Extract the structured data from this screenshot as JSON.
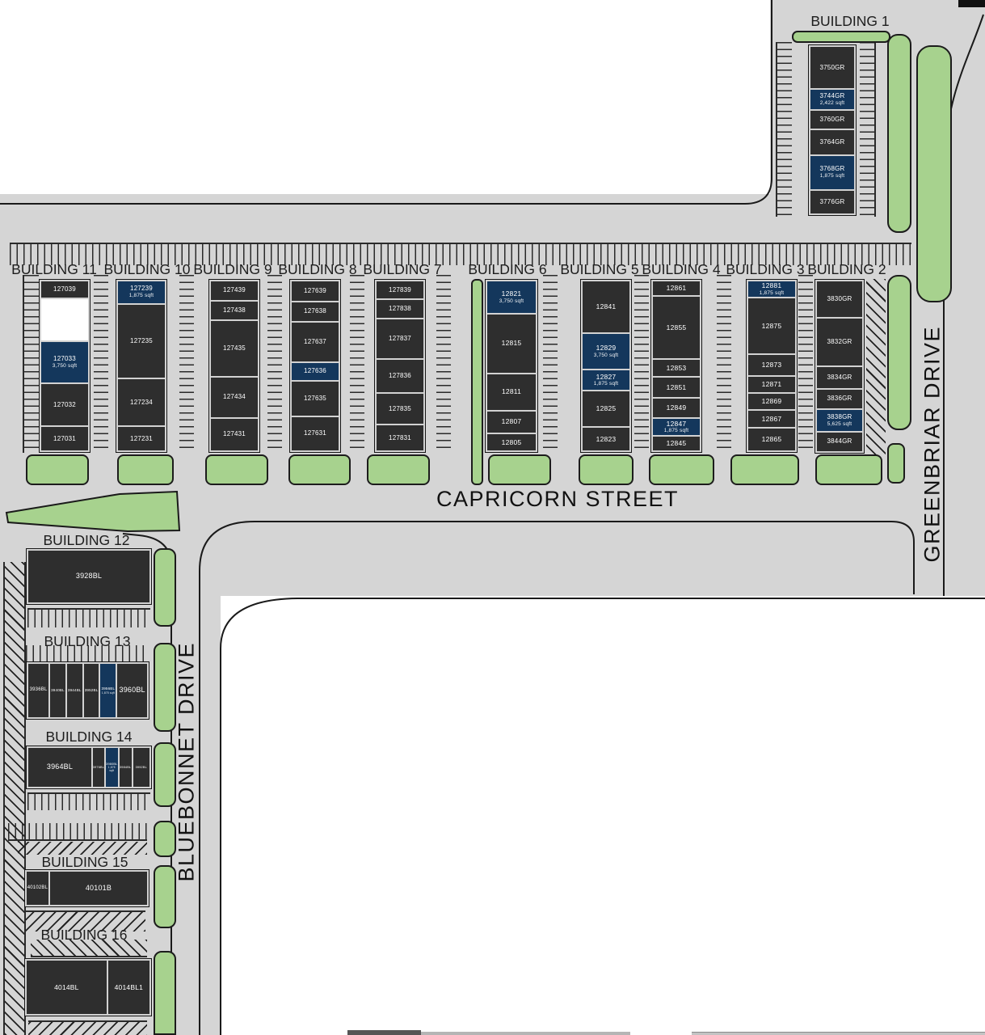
{
  "streets": {
    "capricorn": "CAPRICORN STREET",
    "greenbriar": "GREENBRIAR DRIVE",
    "bluebonnet": "BLUEBONNET DRIVE"
  },
  "colors": {
    "road": "#d5d5d5",
    "building_unit": "#2e2e2e",
    "available_unit": "#14375c",
    "landscape": "#a7d28e",
    "vacant_unit": "#ffffff"
  },
  "buildings": [
    {
      "label": "BUILDING 1",
      "units": [
        {
          "label": "3750GR"
        },
        {
          "label": "3744GR",
          "sqft": "2,422 sqft",
          "available": true
        },
        {
          "label": "3760GR"
        },
        {
          "label": "3764GR"
        },
        {
          "label": "3768GR",
          "sqft": "1,875 sqft",
          "available": true
        },
        {
          "label": "3776GR"
        }
      ]
    },
    {
      "label": "BUILDING 2",
      "units": [
        {
          "label": "3830GR"
        },
        {
          "label": "3832GR"
        },
        {
          "label": "3834GR"
        },
        {
          "label": "3836GR"
        },
        {
          "label": "3838GR",
          "sqft": "5,625 sqft",
          "available": true
        },
        {
          "label": "3844GR"
        }
      ]
    },
    {
      "label": "BUILDING 3",
      "units": [
        {
          "label": "12881",
          "sqft": "1,875 sqft",
          "available": true
        },
        {
          "label": "12875"
        },
        {
          "label": "12873"
        },
        {
          "label": "12871"
        },
        {
          "label": "12869"
        },
        {
          "label": "12867"
        },
        {
          "label": "12865"
        }
      ]
    },
    {
      "label": "BUILDING 4",
      "units": [
        {
          "label": "12861"
        },
        {
          "label": "12855"
        },
        {
          "label": "12853"
        },
        {
          "label": "12851"
        },
        {
          "label": "12849"
        },
        {
          "label": "12847",
          "sqft": "1,875 sqft",
          "available": true
        },
        {
          "label": "12845"
        }
      ]
    },
    {
      "label": "BUILDING 5",
      "units": [
        {
          "label": "12841"
        },
        {
          "label": "12829",
          "sqft": "3,750 sqft",
          "available": true
        },
        {
          "label": "12827",
          "sqft": "1,875 sqft",
          "available": true
        },
        {
          "label": "12825"
        },
        {
          "label": "12823"
        }
      ]
    },
    {
      "label": "BUILDING 6",
      "units": [
        {
          "label": "12821",
          "sqft": "3,750 sqft",
          "available": true
        },
        {
          "label": "12815"
        },
        {
          "label": "12811"
        },
        {
          "label": "12807"
        },
        {
          "label": "12805"
        }
      ]
    },
    {
      "label": "BUILDING 7",
      "units": [
        {
          "label": "127839"
        },
        {
          "label": "127838"
        },
        {
          "label": "127837"
        },
        {
          "label": "127836"
        },
        {
          "label": "127835"
        },
        {
          "label": "127831"
        }
      ]
    },
    {
      "label": "BUILDING 8",
      "units": [
        {
          "label": "127639"
        },
        {
          "label": "127638"
        },
        {
          "label": "127637"
        },
        {
          "label": "127636",
          "available": true
        },
        {
          "label": "127635"
        },
        {
          "label": "127631"
        }
      ]
    },
    {
      "label": "BUILDING 9",
      "units": [
        {
          "label": "127439"
        },
        {
          "label": "127438"
        },
        {
          "label": "127435"
        },
        {
          "label": "127434"
        },
        {
          "label": "127431"
        }
      ]
    },
    {
      "label": "BUILDING 10",
      "units": [
        {
          "label": "127239",
          "sqft": "1,875 sqft",
          "available": true
        },
        {
          "label": "127235"
        },
        {
          "label": "127234"
        },
        {
          "label": "127231"
        }
      ]
    },
    {
      "label": "BUILDING 11",
      "units": [
        {
          "label": "127039"
        },
        {
          "label": "",
          "vacant": true
        },
        {
          "label": "127033",
          "sqft": "3,750 sqft",
          "available": true
        },
        {
          "label": "127032"
        },
        {
          "label": "127031"
        }
      ]
    },
    {
      "label": "BUILDING 12",
      "units": [
        {
          "label": "3928BL"
        }
      ]
    },
    {
      "label": "BUILDING 13",
      "units": [
        {
          "label": "3936BL"
        },
        {
          "label": "3940BL"
        },
        {
          "label": "3944BL"
        },
        {
          "label": "3952BL"
        },
        {
          "label": "3956BL",
          "sqft": "1,875 sqft",
          "available": true
        },
        {
          "label": "3960BL"
        }
      ]
    },
    {
      "label": "BUILDING 14",
      "units": [
        {
          "label": "3964BL"
        },
        {
          "label": "3976BL"
        },
        {
          "label": "3980BL",
          "sqft": "1,875 sqft",
          "available": true
        },
        {
          "label": "3984BL"
        },
        {
          "label": "3992BL"
        }
      ]
    },
    {
      "label": "BUILDING 15",
      "units": [
        {
          "label": "40102BL"
        },
        {
          "label": "40101B"
        }
      ]
    },
    {
      "label": "BUILDING 16",
      "units": [
        {
          "label": "4014BL"
        },
        {
          "label": "4014BL1"
        }
      ]
    }
  ]
}
